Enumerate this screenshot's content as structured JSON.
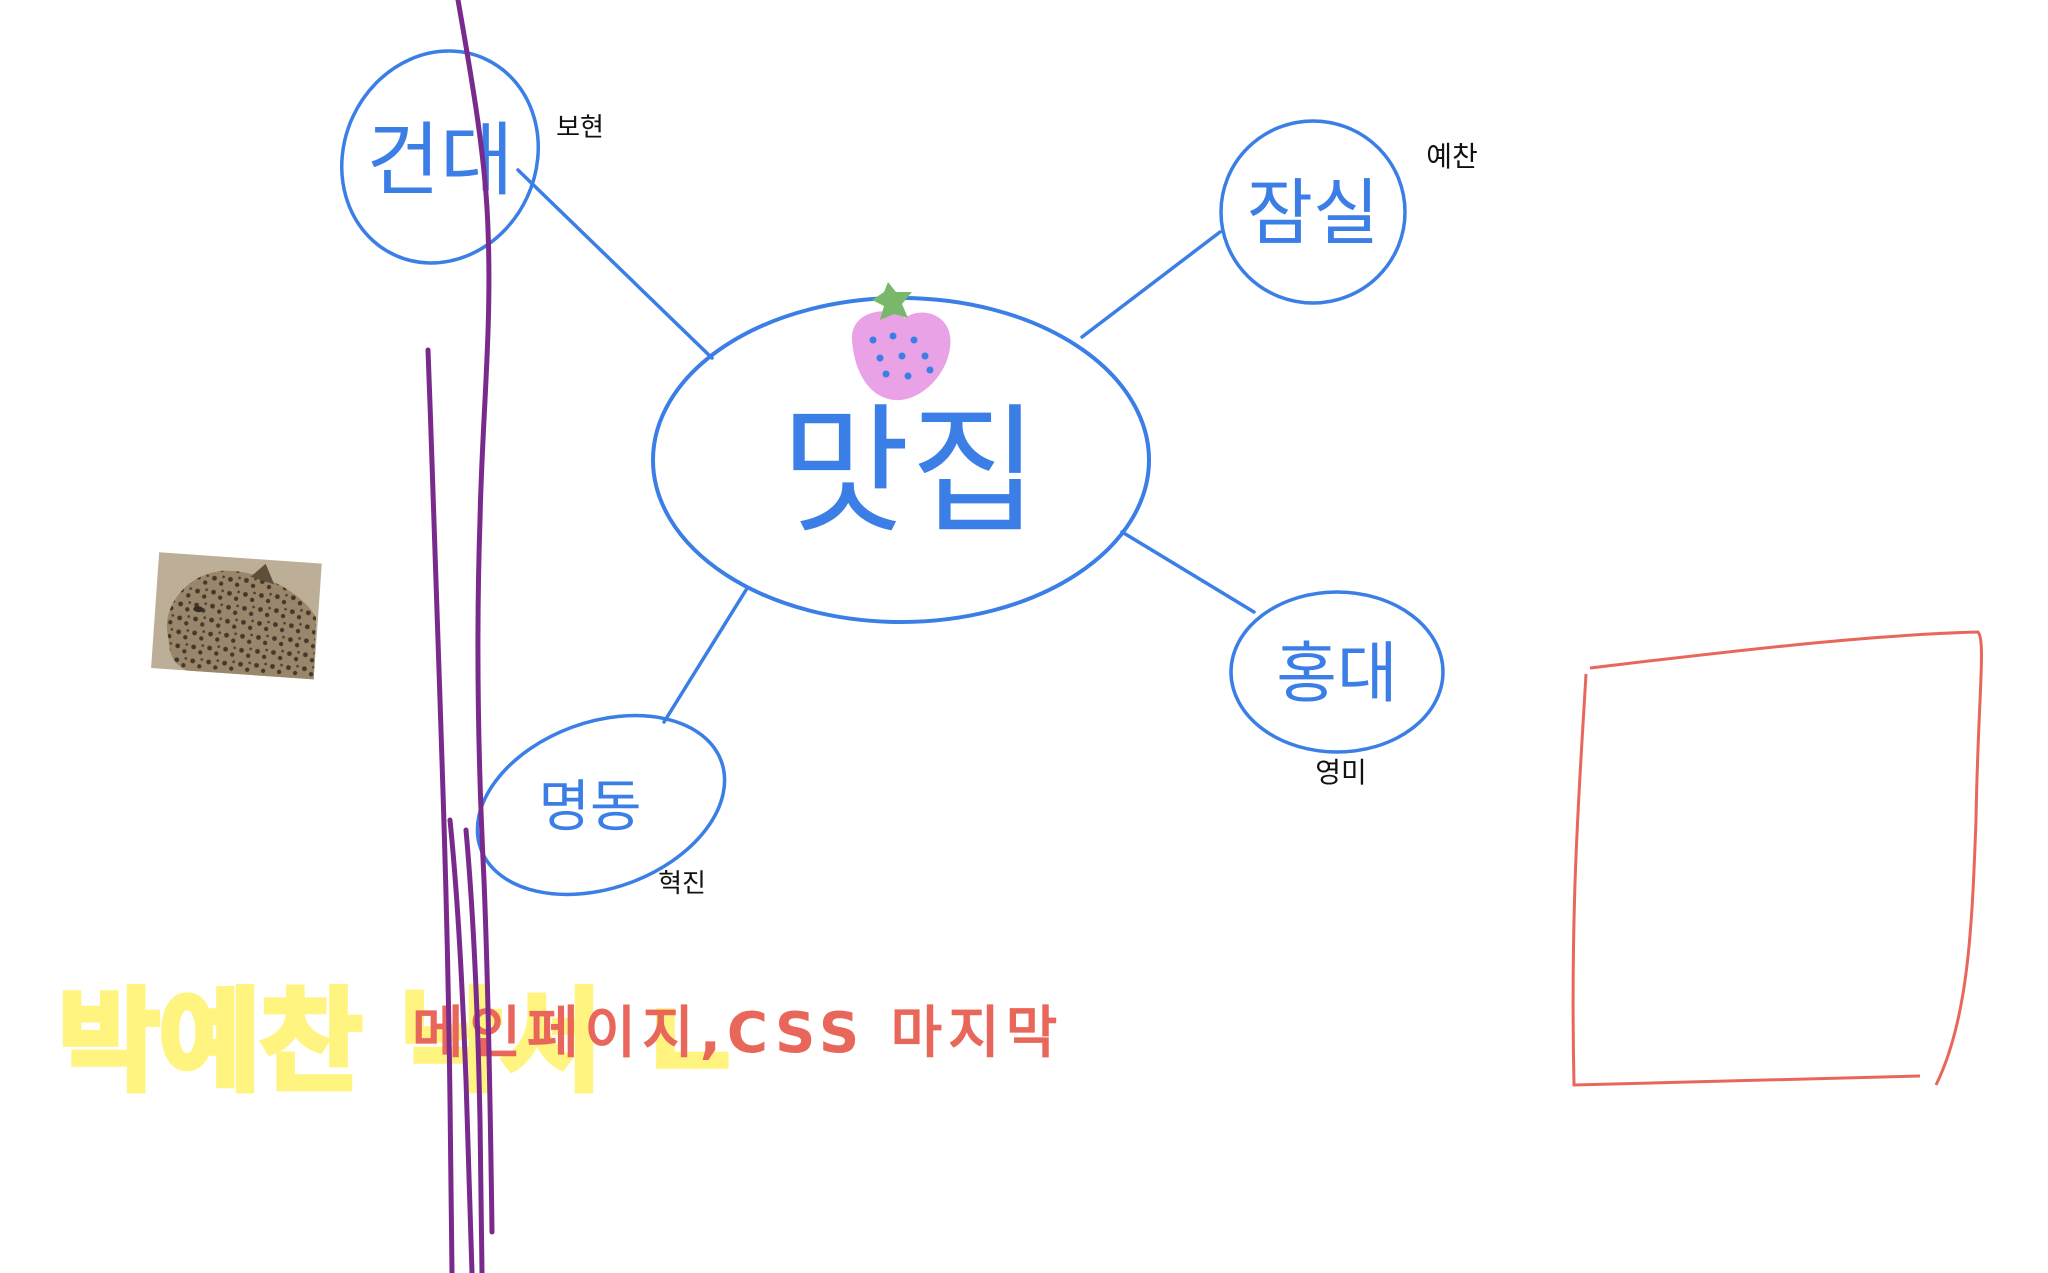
{
  "center": {
    "label": "맛집",
    "color": "#3a7ee6"
  },
  "nodes": [
    {
      "key": "kondae",
      "label": "건대",
      "person": "보현"
    },
    {
      "key": "jamsil",
      "label": "잠실",
      "person": "예찬"
    },
    {
      "key": "hongdae",
      "label": "홍대",
      "person": "영미"
    },
    {
      "key": "myeongdong",
      "label": "명동",
      "person": "혁진"
    }
  ],
  "notes": {
    "highlight_text": "박예찬 낙서 ㄴ",
    "todo_text": "메인페이지,CSS 마지막"
  },
  "colors": {
    "blue": "#3a7ee6",
    "purple": "#7a2a8c",
    "yellow": "#fff36b",
    "red": "#e8675a",
    "strawberry": "#e9a2e6",
    "leaf": "#79b86a"
  },
  "icons": [
    "strawberry-icon",
    "leopard-photo"
  ]
}
